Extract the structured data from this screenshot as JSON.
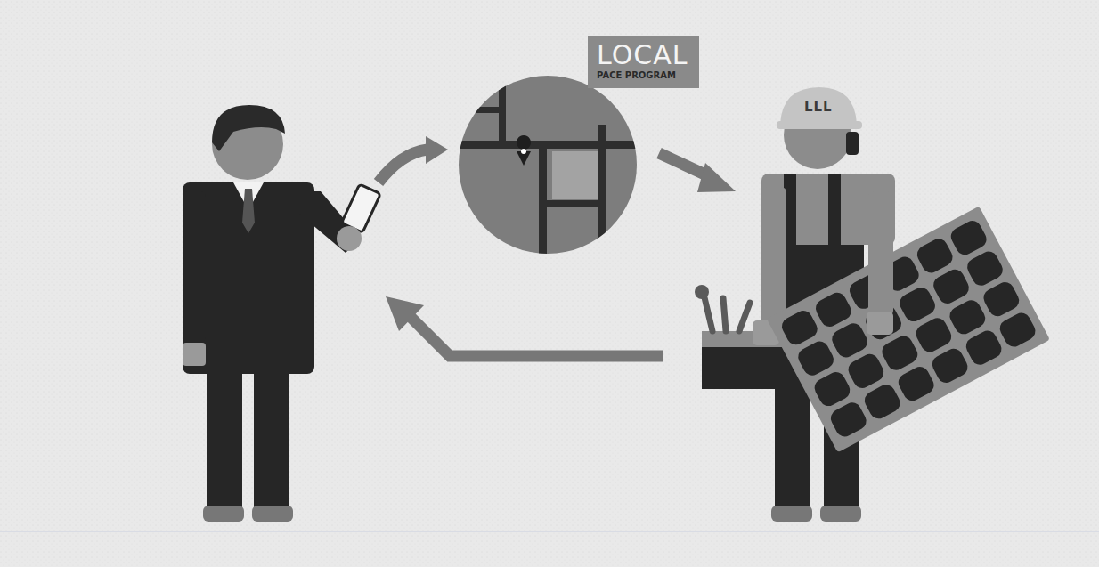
{
  "diagram": {
    "nodes": [
      {
        "text": [
          "LOCAL",
          "PACE PROGRAM"
        ]
      }
    ],
    "labels": [
      "LLL"
    ]
  }
}
